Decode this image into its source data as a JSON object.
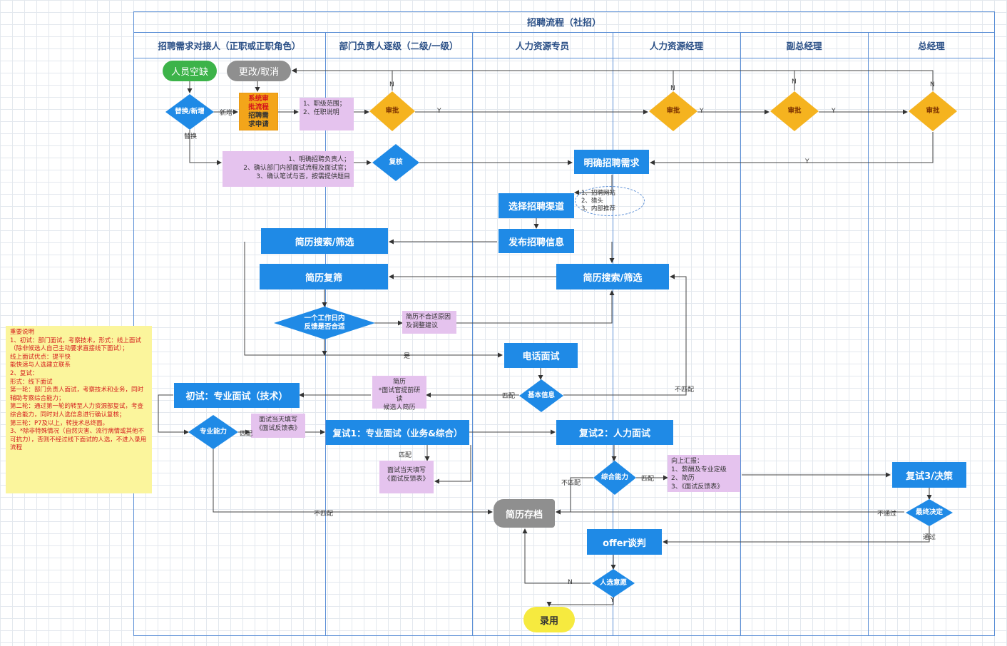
{
  "title": "招聘流程（社招）",
  "lanes": [
    "招聘需求对接人（正职或正职角色）",
    "部门负责人逐级（二级/一级）",
    "人力资源专员",
    "人力资源经理",
    "副总经理",
    "总经理"
  ],
  "nodes": {
    "vacancy": "人员空缺",
    "change_cancel": "更改/取消",
    "replace_new": "替换/新增",
    "sys_approval": [
      "系统审",
      "批流程",
      "招聘需",
      "求申请"
    ],
    "approve": "审批",
    "review": "复核",
    "clarify": "明确招聘需求",
    "choose_channel": "选择招聘渠道",
    "publish": "发布招聘信息",
    "screen_dept": "简历搜索/筛选",
    "recheck": "简历复筛",
    "screen_hr": "简历搜索/筛选",
    "feedback_q": [
      "一个工作日内",
      "反馈是否合适"
    ],
    "phone_interview": "电话面试",
    "basic_info": "基本信息",
    "first_interview": "初试：专业面试（技术）",
    "pro_ability": "专业能力",
    "second1": "复试1：专业面试（业务&综合）",
    "second2": "复试2：人力面试",
    "overall": "综合能力",
    "second3": "复试3/决策",
    "final": "最终决定",
    "archive": "简历存档",
    "offer": "offer谈判",
    "willing": "人选意愿",
    "hire": "录用"
  },
  "notes": {
    "job_scope": [
      "1、职级范围；",
      "2、任职说明"
    ],
    "clarify_items": [
      "1、明确招聘负责人；",
      "2、确认部门内部面试流程及面试官；",
      "3、确认笔试与否，按需提供题目"
    ],
    "channels": [
      "1、招聘网站",
      "2、猎头",
      "3、内部推荐"
    ],
    "unsuitable": [
      "简历不合适原因",
      "及调整建议"
    ],
    "resume_read": [
      "简历",
      "*面试官提前研读",
      "候选人简历"
    ],
    "feedback_form1": [
      "面试当天填写",
      "《面试反馈表》"
    ],
    "feedback_form2": [
      "面试当天填写",
      "《面试反馈表》"
    ],
    "report_up": [
      "向上汇报：",
      "1、薪酬及专业定级",
      "2、简历",
      "3、《面试反馈表》"
    ]
  },
  "edge_labels": {
    "new": "新增",
    "replace": "替换",
    "n": "N",
    "y": "Y",
    "yes": "是",
    "match": "匹配",
    "mismatch": "不匹配",
    "pass": "通过",
    "fail": "不通过"
  },
  "explain": [
    "重要说明",
    "1、初试：部门面试，考察技术，形式：线上面试（除非候选人自己主动要求直接线下面试）；",
    "线上面试优点：提平快",
    "能快速与人选建立联系",
    "2、复试：",
    "形式：线下面试",
    "第一轮：部门负责人面试，考察技术和业务，同时辅助考察综合能力；",
    "第二轮：通过第一轮的转至人力资源部复试，考查综合能力，同时对人选信息进行确认复核；",
    "第三轮：P7及以上，转技术总终面。",
    "3、*除非特殊情况（自然灾害、流行病情或其他不可抗力），否则不经过线下面试的人选，不进入录用流程"
  ],
  "colors": {
    "blue": "#1f8ae6",
    "green": "#3cb349",
    "gray": "#8f8f8f",
    "orange": "#f3a51a",
    "diamond_yellow": "#f5b31f",
    "note_purple": "#e5c3ee",
    "note_yellow": "#fbf59c",
    "hire_yellow": "#f6ea3f",
    "lane_border": "#5b8fd6"
  }
}
